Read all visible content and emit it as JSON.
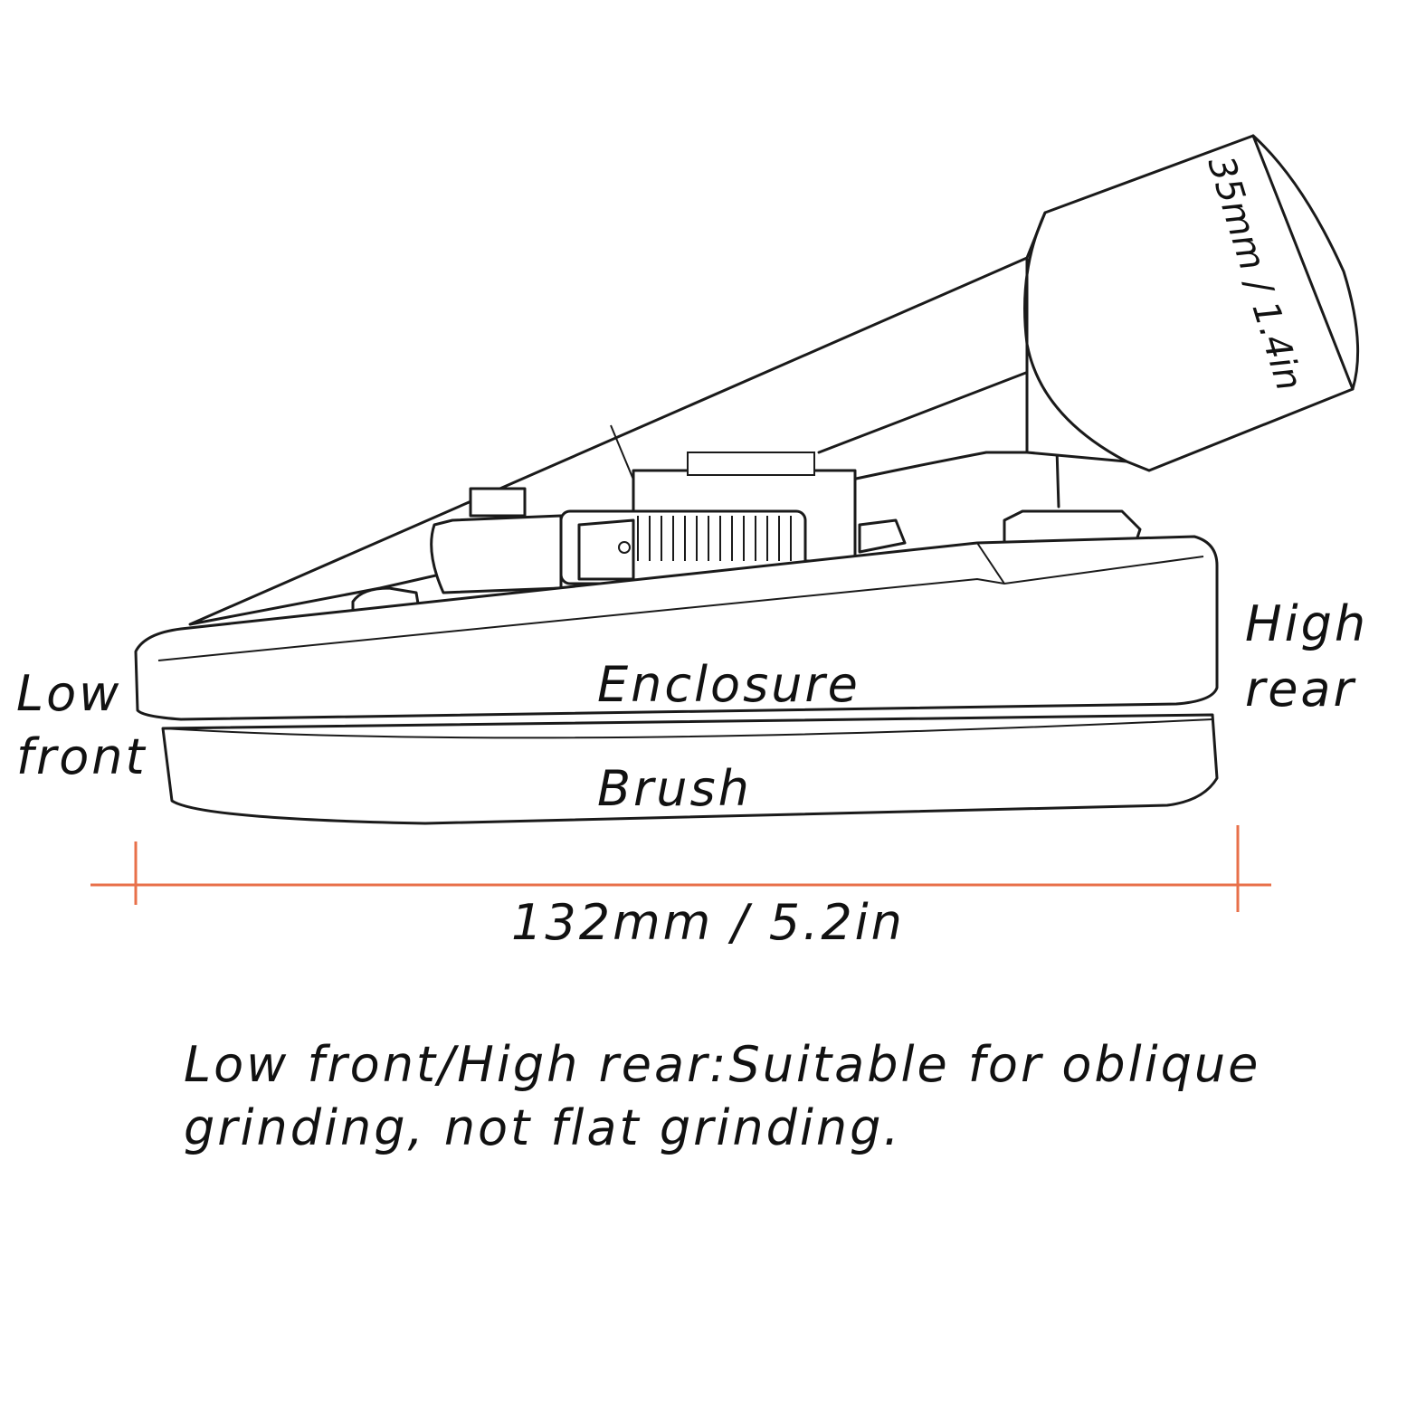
{
  "labels": {
    "diameter": "35mm / 1.4in",
    "high_rear_line1": "High",
    "high_rear_line2": "rear",
    "low_front_line1": "Low",
    "low_front_line2": "front",
    "enclosure": "Enclosure",
    "brush": "Brush",
    "width": "132mm / 5.2in",
    "caption_line1": "Low front/High rear:Suitable for oblique",
    "caption_line2": "grinding, not flat grinding."
  },
  "colors": {
    "dimension_line": "#e8704a",
    "outline": "#1a1a1a",
    "text": "#111111"
  }
}
